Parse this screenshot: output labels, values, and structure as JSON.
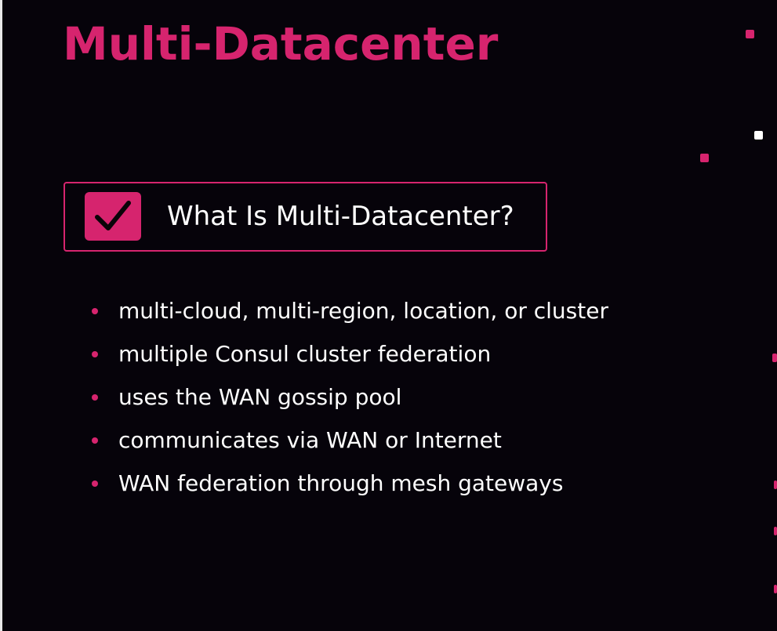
{
  "slide": {
    "title": "Multi-Datacenter",
    "heading": "What Is Multi-Datacenter?",
    "heading_icon": "checkmark-icon",
    "bullets": [
      "multi-cloud, multi-region, location, or cluster",
      "multiple Consul cluster federation",
      "uses the WAN gossip pool",
      "communicates via WAN or Internet",
      "WAN federation through mesh gateways"
    ]
  },
  "colors": {
    "background": "#06030a",
    "accent": "#d6246e",
    "text": "#ffffff",
    "decor_dot_white": "#ffffff"
  }
}
